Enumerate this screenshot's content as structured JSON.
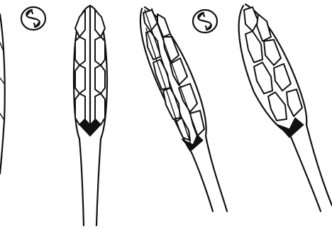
{
  "figure": {
    "background": "#ffffff",
    "ink_color": "#111111",
    "panels": [
      {
        "id": "partial-left",
        "cell_pattern": "fragment"
      },
      {
        "id": "straight-spike",
        "cell_pattern": "two-column"
      },
      {
        "id": "tilted-spike-a",
        "cell_pattern": "diagonal-rows"
      },
      {
        "id": "tilted-spike-b",
        "cell_pattern": "staggered-hexagonal"
      }
    ],
    "transition_symbols": [
      {
        "icon": "reversible-transition-icon"
      },
      {
        "icon": "reversible-transition-icon"
      }
    ]
  }
}
